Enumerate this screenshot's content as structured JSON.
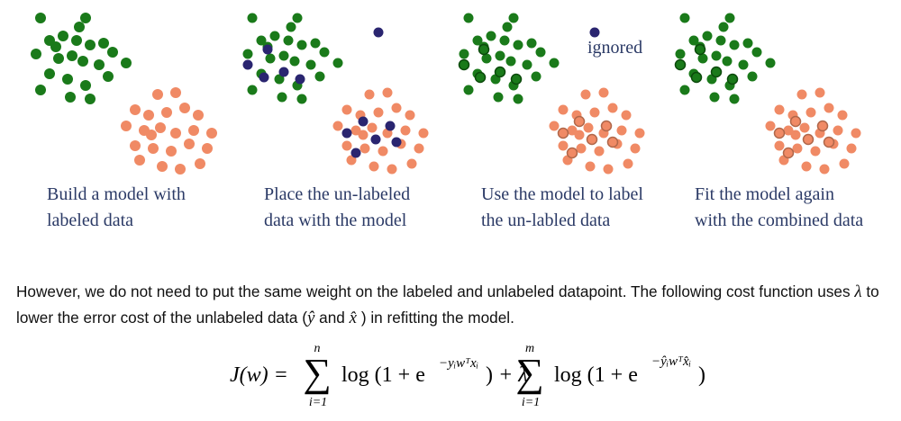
{
  "colors": {
    "labeled_green": "#1a7a1a",
    "labeled_orange": "#f08a65",
    "unlabeled_navy": "#2a2570",
    "text_navy": "#2b3a66"
  },
  "panels": [
    {
      "caption_line1": "Build a model with",
      "caption_line2": "labeled data"
    },
    {
      "caption_line1": "Place the un-labeled",
      "caption_line2": "data with the model"
    },
    {
      "caption_line1": "Use the model to label",
      "caption_line2": "the un-labled data",
      "annotation": "ignored"
    },
    {
      "caption_line1": "Fit the model again",
      "caption_line2": "with the combined data"
    }
  ],
  "paragraph": {
    "part1": "However, we do not need to put the same weight on the labeled and unlabeled datapoint. The following cost function uses ",
    "lambda": "λ",
    "part2": " to lower the error cost of the unlabeled data (",
    "yhat": "ŷ",
    "and": " and ",
    "xhat": "x̂",
    "part3": " ) in refitting the model."
  },
  "formula": {
    "lhs": "J(w) =",
    "sum1_upper": "n",
    "sum1_lower": "i=1",
    "term1": "log (1 + e",
    "exp1": "−yᵢwᵀxᵢ",
    "close1": ")",
    "plus_lambda": "+ λ",
    "sum2_upper": "m",
    "sum2_lower": "i=1",
    "term2": "log (1 + e",
    "exp2": "−ŷᵢwᵀx̂ᵢ",
    "close2": ")",
    "sigma": "∑"
  }
}
